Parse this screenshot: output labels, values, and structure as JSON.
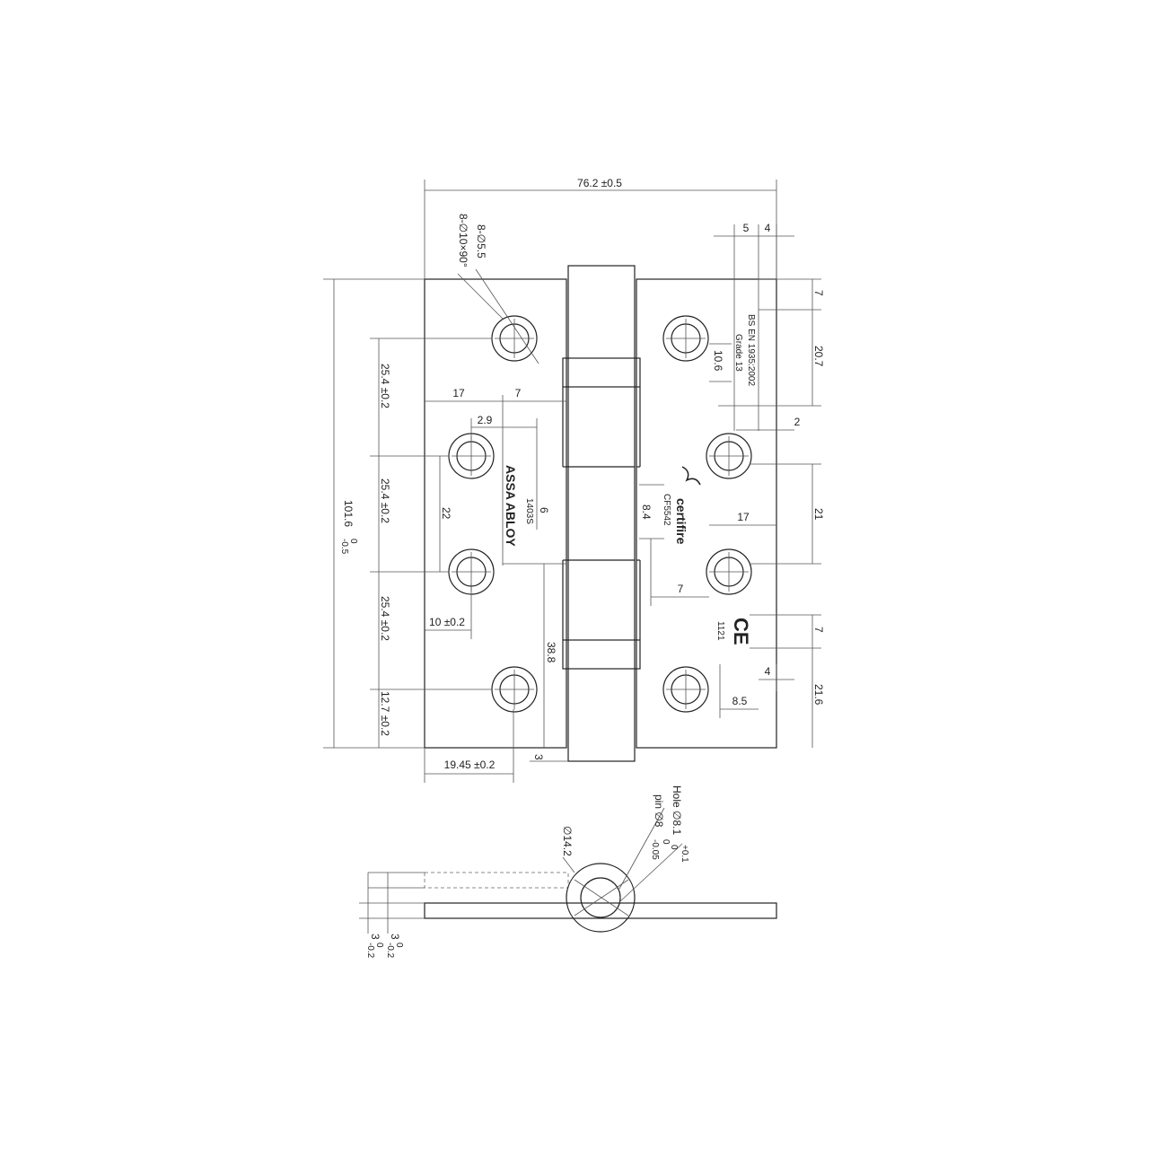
{
  "dimensions": {
    "overall_width": "76.2 ±0.5",
    "overall_height": "101.6",
    "overall_height_tol_upper": "0",
    "overall_height_tol_lower": "-0.5",
    "hole_spec_1": "8-∅10×90°",
    "hole_spec_2": "8-∅5.5",
    "top_right_5": "5",
    "top_right_4": "4",
    "top_right_7": "7",
    "top_right_20_7": "20.7",
    "right_2": "2",
    "right_21": "21",
    "right_17": "17",
    "right_7_bottom": "7",
    "right_4_bottom": "4",
    "right_21_6": "21.6",
    "right_8_5": "8.5",
    "cf_7": "7",
    "cf_8_4": "8.4",
    "ce_10_6": "10.6",
    "left_pitch_1": "25.4 ±0.2",
    "left_pitch_2": "25.4 ±0.2",
    "left_pitch_3": "25.4 ±0.2",
    "left_pitch_4": "12.7 ±0.2",
    "left_17": "17",
    "left_7": "7",
    "left_2_9": "2.9",
    "left_22": "22",
    "left_6": "6",
    "left_10": "10 ±0.2",
    "left_38_8": "38.8",
    "left_19_45": "19.45 ±0.2",
    "left_3": "3",
    "side_dia": "∅14.2",
    "side_hole": "Hole ∅8.1",
    "side_hole_tol_upper": "+0.1",
    "side_hole_tol_lower": "0",
    "side_pin": "pin ∅8",
    "side_pin_tol_upper": "0",
    "side_pin_tol_lower": "-0.05",
    "side_leaf_3a": "3",
    "side_leaf_3a_tol": "0",
    "side_leaf_3a_tol2": "-0.2",
    "side_leaf_3b": "3",
    "side_leaf_3b_tol": "0",
    "side_leaf_3b_tol2": "-0.2"
  },
  "markings": {
    "brand": "ASSA ABLOY",
    "brand_code": "1403S",
    "standard_line1": "BS EN 1935:2002",
    "standard_line2": "Grade 13",
    "certifire": "certifire",
    "certifire_code": "CF5542",
    "ce_mark": "CE",
    "ce_number": "1121"
  }
}
